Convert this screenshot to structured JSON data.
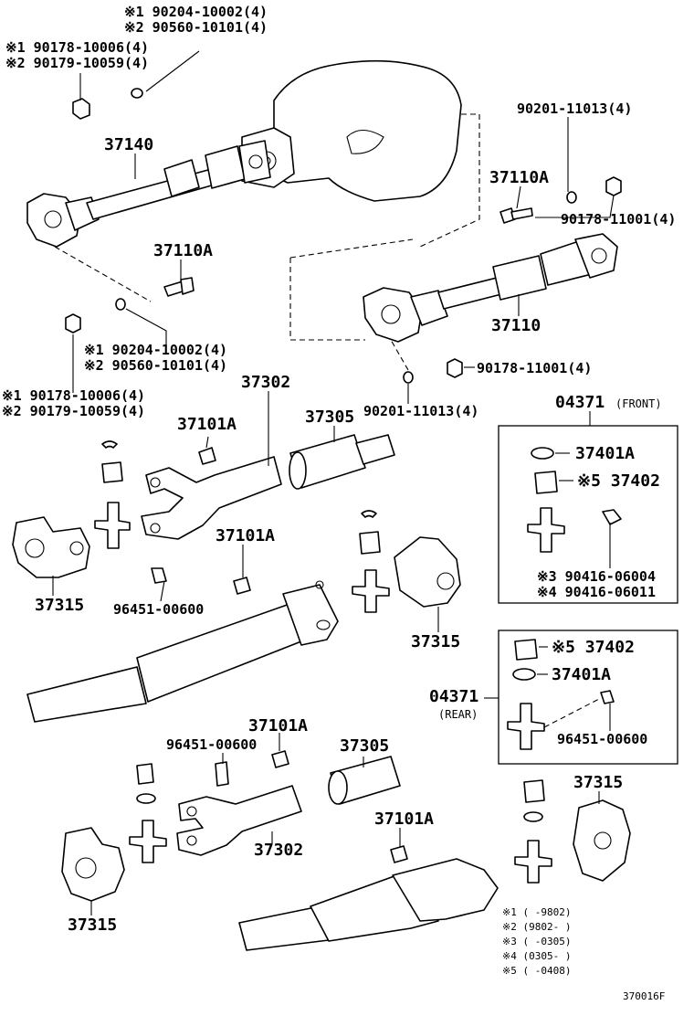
{
  "labels": {
    "l01": "※1 90204-10002(4)",
    "l02": "※2 90560-10101(4)",
    "l03": "※1 90178-10006(4)",
    "l04": "※2 90179-10059(4)",
    "l05": "37140",
    "l06": "90201-11013(4)",
    "l07": "37110A",
    "l08": "90178-11001(4)",
    "l09": "37110A",
    "l10": "37110",
    "l11": "※1 90204-10002(4)",
    "l12": "※2 90560-10101(4)",
    "l13": "90178-11001(4)",
    "l14": "※1 90178-10006(4)",
    "l15": "※2 90179-10059(4)",
    "l16": "37302",
    "l17": "90201-11013(4)",
    "l18": "04371",
    "l19": "(FRONT)",
    "l20": "37101A",
    "l21": "37305",
    "l22": "37401A",
    "l23": "※5 37402",
    "l24": "37101A",
    "l25": "37315",
    "l26": "96451-00600",
    "l27": "※3 90416-06004",
    "l28": "※4 90416-06011",
    "l29": "37315",
    "l30": "※5 37402",
    "l31": "37401A",
    "l32": "04371",
    "l33": "(REAR)",
    "l34": "96451-00600",
    "l35": "37101A",
    "l36": "96451-00600",
    "l37": "37305",
    "l38": "37315",
    "l39": "37302",
    "l40": "37101A",
    "l41": "37315"
  },
  "notes": [
    "※1 (     -9802)",
    "※2 (9802-     )",
    "※3 (     -0305)",
    "※4 (0305-     )",
    "※5 (     -0408)"
  ],
  "figure_code": "370016F"
}
